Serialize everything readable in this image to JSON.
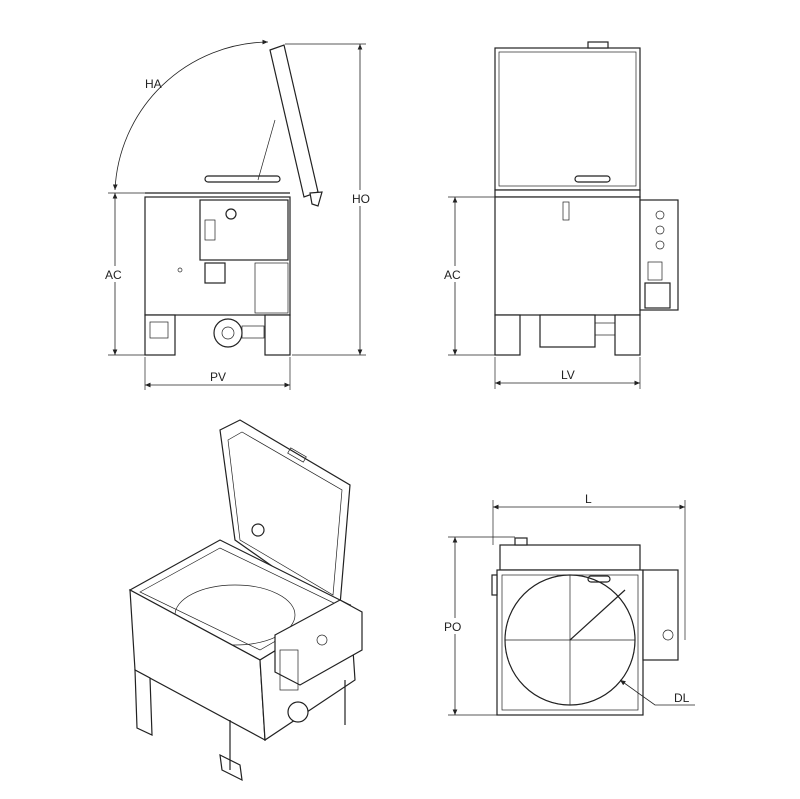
{
  "side_view": {
    "ha_label": "HA",
    "ho_label": "HO",
    "ac_label": "AC",
    "pv_label": "PV"
  },
  "front_view": {
    "ac_label": "AC",
    "lv_label": "LV"
  },
  "top_view": {
    "l_label": "L",
    "po_label": "PO",
    "dl_label": "DL"
  }
}
